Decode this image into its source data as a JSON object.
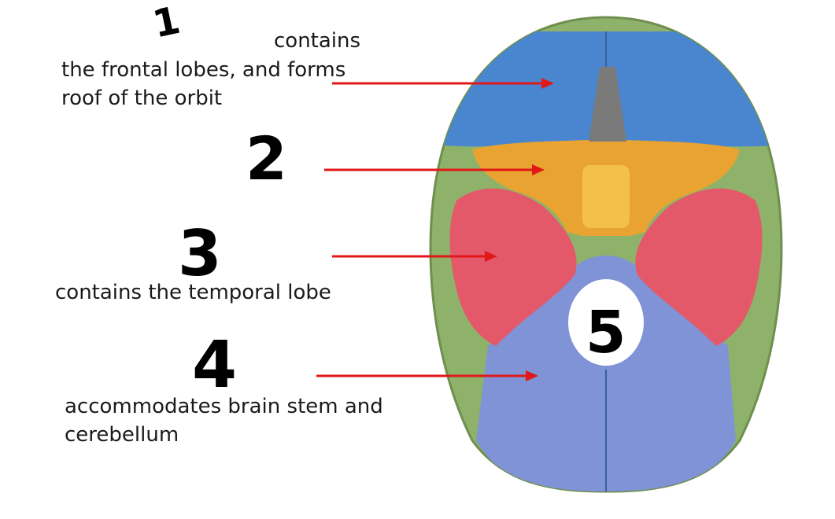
{
  "numbers": [
    "1",
    "2",
    "3",
    "4",
    "5"
  ],
  "captions": {
    "c1_lead": "contains",
    "c1_line1": "the frontal lobes, and forms",
    "c1_line2": "roof of the orbit",
    "c3": "contains the temporal lobe",
    "c4_line1": "accommodates brain stem and",
    "c4_line2": "cerebellum"
  },
  "colors": {
    "anterior_fossa": "#4a86d0",
    "middle_fossa_sphenoid": "#e9a330",
    "middle_fossa_temporal": "#e4596a",
    "posterior_fossa": "#7f93d6",
    "skull_rim": "#8fb26a",
    "arrow": "#e01818"
  }
}
